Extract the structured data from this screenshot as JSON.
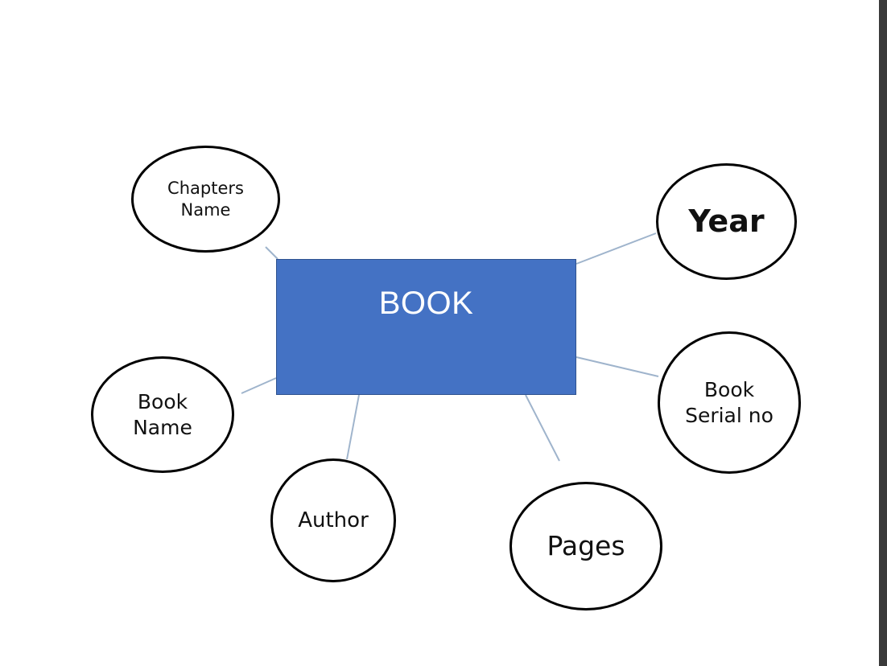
{
  "entity": {
    "label": "BOOK",
    "fill": "#4472c4",
    "text_color": "#ffffff"
  },
  "attributes": {
    "chapters_name": "Chapters\nName",
    "year": "Year",
    "book_serial_no": "Book\nSerial no",
    "book_name": "Book\nName",
    "author": "Author",
    "pages": "Pages"
  },
  "colors": {
    "connector": "#9fb4cc",
    "ellipse_border": "#000000"
  }
}
